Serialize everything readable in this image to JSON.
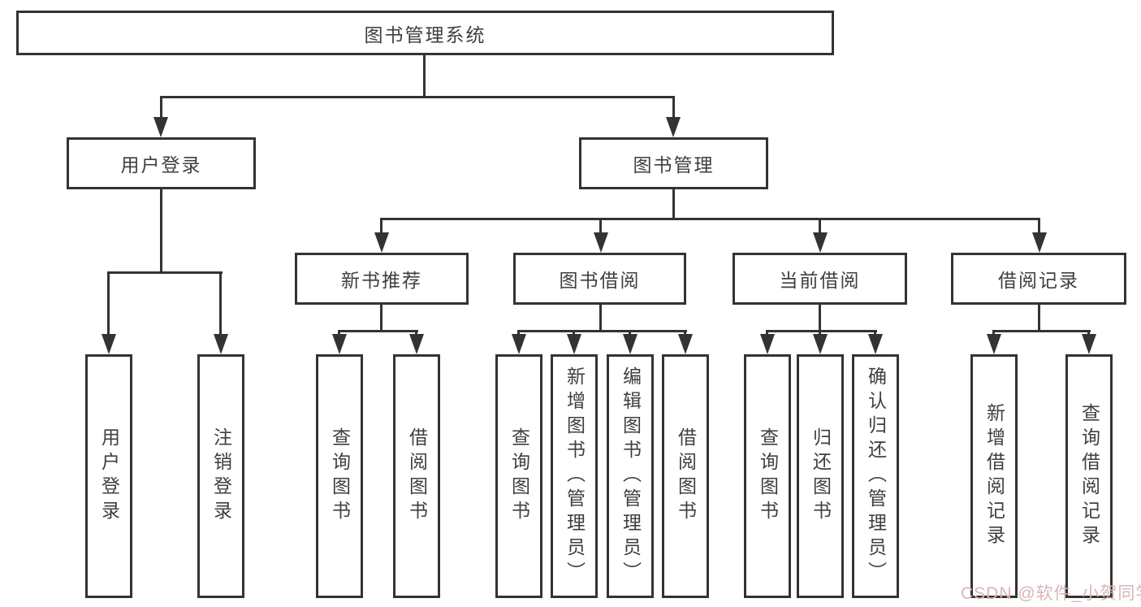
{
  "diagram": {
    "root": {
      "label": "图书管理系统"
    },
    "level2": [
      {
        "label": "用户登录"
      },
      {
        "label": "图书管理"
      }
    ],
    "level3": [
      {
        "label": "新书推荐"
      },
      {
        "label": "图书借阅"
      },
      {
        "label": "当前借阅"
      },
      {
        "label": "借阅记录"
      }
    ],
    "groups": [
      {
        "parent": "用户登录",
        "children": [
          "用户登录",
          "注销登录"
        ]
      },
      {
        "parent": "新书推荐",
        "children": [
          "查询图书",
          "借阅图书"
        ]
      },
      {
        "parent": "图书借阅",
        "children": [
          "查询图书",
          "新增图书（管理员）",
          "编辑图书（管理员）",
          "借阅图书"
        ]
      },
      {
        "parent": "当前借阅",
        "children": [
          "查询图书",
          "归还图书",
          "确认归还（管理员）"
        ]
      },
      {
        "parent": "借阅记录",
        "children": [
          "新增借阅记录",
          "查询借阅记录"
        ]
      }
    ],
    "colors": {
      "line": "#333333",
      "text": "#3f3f3f",
      "background": "#ffffff",
      "watermark": "#d9b5b5"
    },
    "watermark": {
      "text": "CSDN @软件_小贺同学"
    }
  }
}
